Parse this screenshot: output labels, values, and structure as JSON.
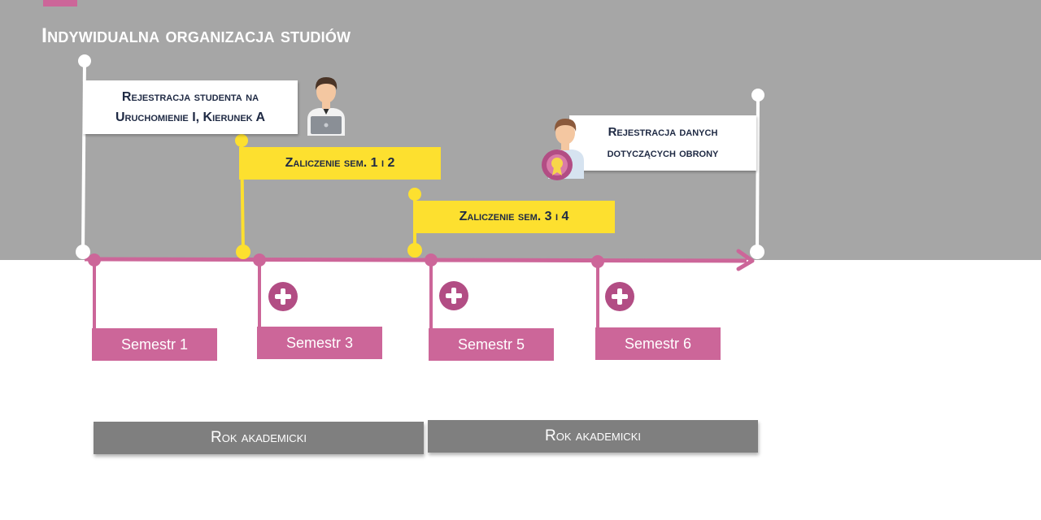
{
  "header": {
    "title": "Indywidualna organizacja studiów"
  },
  "callouts": {
    "student": {
      "line1": "Rejestracja studenta na",
      "line2": "Uruchomienie I,  Kierunek A"
    },
    "defense": {
      "line1": "Rejestracja danych",
      "line2": "dotyczących obrony"
    }
  },
  "milestones": [
    {
      "label": "Zaliczenie sem. 1 i 2"
    },
    {
      "label": "Zaliczenie sem. 3 i 4"
    }
  ],
  "semesters": [
    {
      "label": "Semestr 1",
      "has_plus": false
    },
    {
      "label": "Semestr 3",
      "has_plus": true
    },
    {
      "label": "Semestr 5",
      "has_plus": true
    },
    {
      "label": "Semestr 6",
      "has_plus": true
    }
  ],
  "years": [
    {
      "label": "Rok akademicki"
    },
    {
      "label": "Rok akademicki"
    }
  ],
  "icons": {
    "student": "student-with-laptop-icon",
    "defense": "graduate-with-award-icon",
    "plus": "plus-circle-icon"
  },
  "colors": {
    "background_top": "#a6a6a6",
    "pink": "#cc6699",
    "yellow": "#fde02f",
    "gray_box": "#7f7f7f",
    "dark_text": "#1f2a44"
  }
}
